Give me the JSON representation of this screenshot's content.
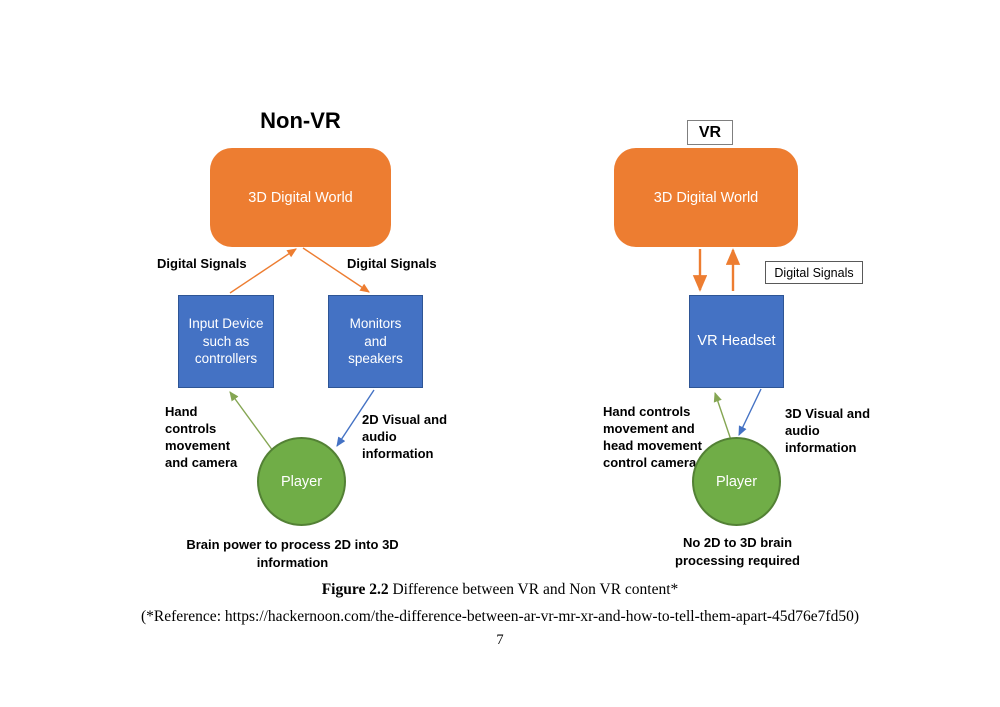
{
  "colors": {
    "orange": "#ED7D31",
    "blue_fill": "#4472C4",
    "blue_border": "#2E5595",
    "green_fill": "#70AD47",
    "green_border": "#538135",
    "arrow_green": "#85A653",
    "arrow_blue": "#4472C4"
  },
  "non_vr": {
    "title": "Non-VR",
    "world_box": "3D Digital World",
    "signal_left": "Digital Signals",
    "signal_right": "Digital Signals",
    "input_box": "Input Device\nsuch as\ncontrollers",
    "monitor_box": "Monitors\nand\nspeakers",
    "hand_label": "Hand\ncontrols\nmovement\nand camera",
    "visual_label": "2D Visual and\naudio\ninformation",
    "player": "Player",
    "bottom_note": "Brain power to process 2D into 3D\ninformation"
  },
  "vr": {
    "title": "VR",
    "world_box": "3D Digital World",
    "signal_box": "Digital Signals",
    "headset_box": "VR Headset",
    "hand_label": "Hand controls\nmovement and\nhead movement\ncontrol camera",
    "visual_label": "3D Visual and\naudio\ninformation",
    "player": "Player",
    "bottom_note": "No 2D to 3D brain\nprocessing required"
  },
  "caption": {
    "label": "Figure 2.2",
    "text": " Difference between VR and Non VR content*"
  },
  "reference": "(*Reference: https://hackernoon.com/the-difference-between-ar-vr-mr-xr-and-how-to-tell-them-apart-45d76e7fd50)",
  "page": {
    "number": "7"
  }
}
